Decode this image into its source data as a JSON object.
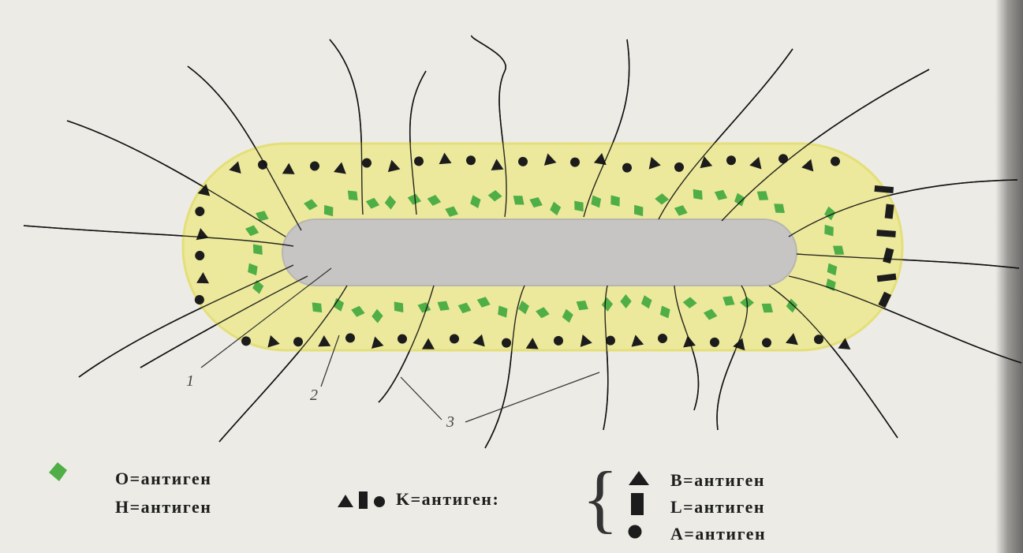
{
  "colors": {
    "background": "#ecebe6",
    "capsule": "#ece99c",
    "capsule_edge": "#e6e27f",
    "cell_body": "#c4c3c2",
    "o_antigen": "#4fae46",
    "k_antigen": "#1c1c1c",
    "flagella": "#111111"
  },
  "icons": {
    "o_antigen": "green-diamond-icon",
    "b_antigen": "triangle-icon",
    "l_antigen": "rectangle-icon",
    "a_antigen": "circle-icon"
  },
  "labels": {
    "one": "1",
    "two": "2",
    "three": "3"
  },
  "legend": {
    "o_antigen": "O=антиген",
    "h_antigen": "H=антиген",
    "k_antigen": "K=антиген:",
    "b_antigen": "B=антиген",
    "l_antigen": "L=антиген",
    "a_antigen": "A=антиген"
  }
}
